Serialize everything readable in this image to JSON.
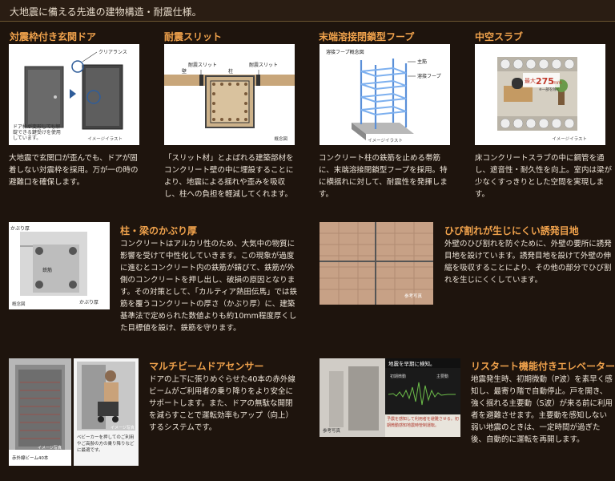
{
  "header": {
    "title": "大地震に備える先進の建物構造・耐震仕様。"
  },
  "sections": {
    "door": {
      "title": "対震枠付き玄関ドア",
      "desc": "大地震で玄関口が歪んでも、ドアが固着しない対震枠を採用。万が一の時の避難口を確保します。",
      "label_clearance": "クリアランス",
      "label_note": "ドア枠が変形しても解錠できる鍵受けを使用しています。",
      "caption": "イメージイラスト"
    },
    "slit": {
      "title": "耐震スリット",
      "desc": "「スリット材」とよばれる建築部材をコンクリート壁の中に埋設することにより、地震による揺れや歪みを吸収し、柱への負担を軽減してくれます。",
      "label_slit_left": "耐震スリット",
      "label_slit_right": "耐震スリット",
      "label_wall": "壁",
      "label_column": "柱",
      "caption": "概念図"
    },
    "hoop": {
      "title": "末端溶接閉鎖型フープ",
      "desc": "コンクリート柱の鉄筋を止める帯筋に、末端溶接閉鎖型フープを採用。特に横揺れに対して、耐震性を発揮します。",
      "label_diagram": "溶接フープ概念図",
      "label_main": "主筋",
      "label_hoop": "溶接フープ",
      "caption": "イメージイラスト"
    },
    "slab": {
      "title": "中空スラブ",
      "desc": "床コンクリートスラブの中に鋼管を通し、遮音性・耐久性を向上。室内は梁が少なくすっきりとした空間を実現します。",
      "label_max": "最大",
      "label_value": "275",
      "label_unit": "mm",
      "label_note": "※一部を除く",
      "caption": "イメージイラスト"
    },
    "cover": {
      "title": "柱・梁のかぶり厚",
      "desc": "コンクリートはアルカリ性のため、大気中の物質に影響を受けて中性化していきます。この現象が過度に進むとコンクリート内の鉄筋が錆びて、鉄筋が外側のコンクリートを押し出し、破損の原因となります。その対策として、「カルティア熱田伝馬」では鉄筋を覆うコンクリートの厚さ（かぶり厚）に、建築基準法で定められた数値よりも約10mm程度厚くした目標値を設け、鉄筋を守ります。",
      "label_cover": "かぶり厚",
      "label_rebar": "鉄筋",
      "label_cover2": "かぶり厚",
      "caption": "概念図"
    },
    "joint": {
      "title": "ひび割れが生じにくい誘発目地",
      "desc": "外壁のひび割れを防ぐために、外壁の要所に誘発目地を設けています。誘発目地を設けて外壁の伸縮を吸収することにより、その他の部分でひび割れを生じにくくしています。",
      "caption": "参考写真"
    },
    "sensor": {
      "title": "マルチビームドアセンサー",
      "desc": "ドアの上下に張りめぐらせた40本の赤外線ビームがご利用者の乗り降りをより安全にサポートします。また、ドアの無駄な開閉を減らすことで運転効率もアップ（向上）するシステムです。",
      "caption_photo": "イメージ写真",
      "caption_beam": "赤外線ビーム40本",
      "caption_stroller": "イメージ写真",
      "note_stroller": "ベビーカーを押してのご利用やご高齢の方の乗り降りなどに最適です。"
    },
    "elevator": {
      "title": "リスタート機能付きエレベーター",
      "desc": "地震発生時、初期微動（P波）を素早く感知し、最寄り階で自動停止。戸を開き、強く揺れる主要動（S波）が来る前に利用者を避難させます。主要動を感知しない弱い地震のときは、一定時間が過ぎた後、自動的に運転を再開します。",
      "label_banner": "地震を早期に検知。",
      "label_initial": "初期微動",
      "label_main": "主要動",
      "label_note": "予震を感知して利用者を避難させる。初期微動感知地震時管制運転。",
      "caption": "参考写真"
    }
  }
}
